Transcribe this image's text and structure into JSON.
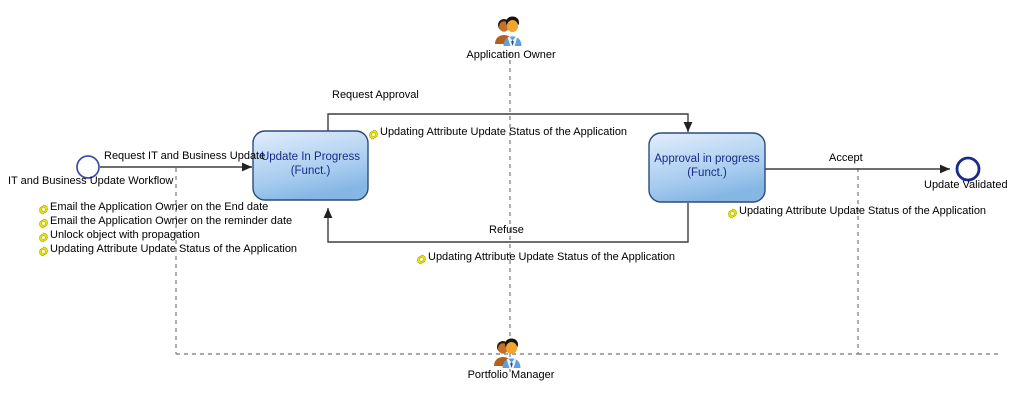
{
  "diagram": {
    "title": "IT and Business Update Workflow",
    "type": "state-machine-workflow",
    "colors": {
      "state_fill_top": "#cfe2f7",
      "state_fill_bottom": "#8fbde8",
      "state_border": "#2e4a7d",
      "state_text": "#1b2a8a",
      "line": "#3f3f3f",
      "gear": "#e8e400",
      "start_node_border": "#3a4fa8",
      "end_node_border": "#1b2a8a",
      "lifeline_dash": "#808080"
    }
  },
  "start_node": {
    "name": "start-node",
    "label": "IT and Business Update Workflow"
  },
  "end_node": {
    "name": "end-node",
    "label": "Update Validated"
  },
  "states": [
    {
      "id": "update-in-progress",
      "line1": "Update In Progress",
      "line2": "(Funct.)"
    },
    {
      "id": "approval-in-progress",
      "line1": "Approval in progress",
      "line2": "(Funct.)"
    }
  ],
  "transitions": [
    {
      "id": "request-it-and-business-update",
      "label": "Request IT and Business Update"
    },
    {
      "id": "request-approval",
      "label": "Request Approval"
    },
    {
      "id": "accept",
      "label": "Accept"
    },
    {
      "id": "refuse",
      "label": "Refuse"
    }
  ],
  "actors": [
    {
      "id": "application-owner",
      "label": "Application Owner"
    },
    {
      "id": "portfolio-manager",
      "label": "Portfolio Manager"
    }
  ],
  "start_actions": [
    "Email the Application Owner on the End date",
    "Email the Application Owner on the reminder date",
    "Unlock object with propagation",
    "Updating Attribute Update Status of the Application"
  ],
  "transition_actions": {
    "request_approval": "Updating Attribute Update Status of the Application",
    "accept": "Updating Attribute Update Status of the Application",
    "refuse": "Updating Attribute Update Status of the Application"
  }
}
